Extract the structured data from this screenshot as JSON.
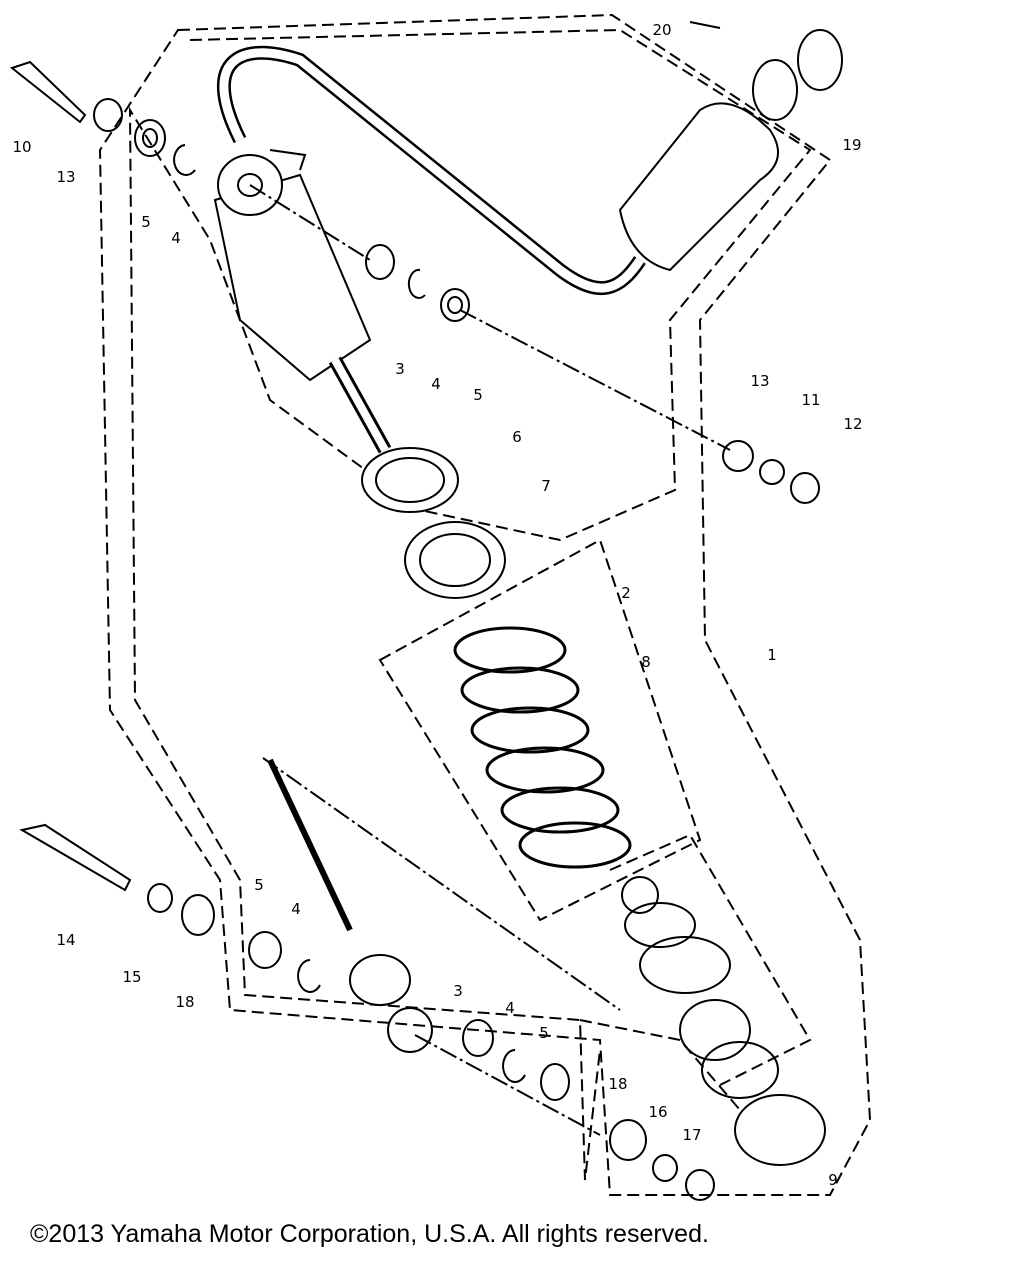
{
  "diagram": {
    "callouts": [
      "20",
      "19",
      "10",
      "13",
      "5",
      "4",
      "3",
      "4",
      "5",
      "13",
      "11",
      "12",
      "6",
      "7",
      "2",
      "1",
      "8",
      "14",
      "5",
      "4",
      "15",
      "18",
      "3",
      "4",
      "5",
      "18",
      "16",
      "17",
      "9"
    ]
  },
  "footer": {
    "copyright": "©2013 Yamaha Motor Corporation, U.S.A. All rights reserved."
  }
}
